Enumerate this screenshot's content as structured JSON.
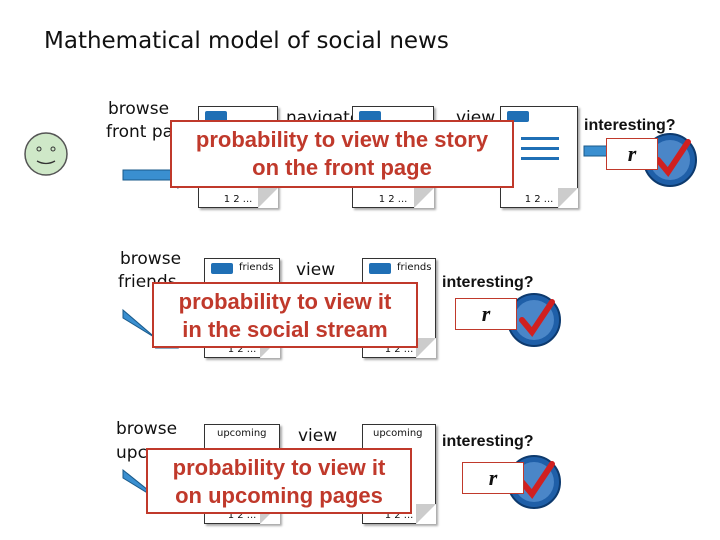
{
  "title": "Mathematical model of social news",
  "colors": {
    "accent_red": "#c0392b",
    "digg_blue": "#1f6fb5",
    "arrow_blue": "#3a8fd0"
  },
  "rows": [
    {
      "browse_label": "browse",
      "browse_label2": "front pa",
      "step_label": "navigate",
      "view_label": "view",
      "page_tag": "",
      "pages": "1 2 ...",
      "callout_line1": "probability to view the story",
      "callout_line2": "on the front page",
      "interesting": "interesting?",
      "r": "r"
    },
    {
      "browse_label": "browse",
      "browse_label2": "friends",
      "view_label": "view",
      "page_tag": "friends",
      "pages": "1 2 ...",
      "callout_line1": "probability to view it",
      "callout_line2": "in the social stream",
      "interesting": "interesting?",
      "r": "r"
    },
    {
      "browse_label": "browse",
      "browse_label2": "upco",
      "view_label": "view",
      "page_tag": "upcoming",
      "pages": "1 2 ...",
      "callout_line1": "probability to view it",
      "callout_line2": "on upcoming pages",
      "interesting": "interesting?",
      "r": "r"
    }
  ]
}
